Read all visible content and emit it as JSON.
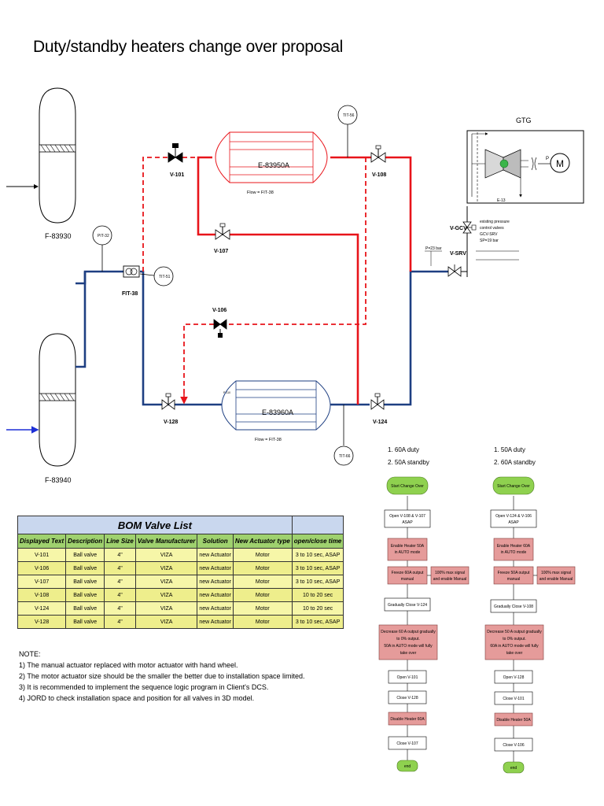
{
  "title": "Duty/standby heaters change over proposal",
  "tanks": {
    "top": "F-83930",
    "bottom": "F-83940"
  },
  "instruments": {
    "pit32": "PIT-32",
    "fit38": "FIT-38",
    "tit51": "TIT-51",
    "tit56": "TIT-56",
    "tit66": "TIT-66",
    "e13": "E-13",
    "p": "P",
    "small_pit": "P-110"
  },
  "heaters": {
    "top": {
      "name": "E-83950A",
      "flow": "Flow = FIT-38"
    },
    "bottom": {
      "name": "E-83960A",
      "flow": "Flow = FIT-38"
    }
  },
  "valves": {
    "v101": "V-101",
    "v107": "V-107",
    "v106": "V-106",
    "v108": "V-108",
    "v128": "V-128",
    "v124": "V-124",
    "vgcv": "V-GCV",
    "vsrv": "V-SRV"
  },
  "gtg": {
    "label": "GTG",
    "motor": "M"
  },
  "pressure_note": [
    "existing pressure",
    "control valves",
    "GCV-SRV",
    "SP=19 bar"
  ],
  "pipe_pressure": "P=23 bar",
  "bom": {
    "caption": "BOM Valve List",
    "headers": [
      "Displayed Text",
      "Description",
      "Line Size",
      "Valve Manufacturer",
      "Solution",
      "New Actuator type",
      "open/close time"
    ],
    "rows": [
      [
        "V-101",
        "Ball valve",
        "4\"",
        "VIZA",
        "new Actuator",
        "Motor",
        "3 to 10 sec, ASAP"
      ],
      [
        "V-106",
        "Ball valve",
        "4\"",
        "VIZA",
        "new Actuator",
        "Motor",
        "3 to 10 sec, ASAP"
      ],
      [
        "V-107",
        "Ball valve",
        "4\"",
        "VIZA",
        "new Actuator",
        "Motor",
        "3 to 10 sec, ASAP"
      ],
      [
        "V-108",
        "Ball valve",
        "4\"",
        "VIZA",
        "new Actuator",
        "Motor",
        "10 to 20 sec"
      ],
      [
        "V-124",
        "Ball valve",
        "4\"",
        "VIZA",
        "new Actuator",
        "Motor",
        "10 to 20 sec"
      ],
      [
        "V-128",
        "Ball valve",
        "4\"",
        "VIZA",
        "new Actuator",
        "Motor",
        "3 to 10 sec, ASAP"
      ]
    ]
  },
  "notes": {
    "heading": "NOTE:",
    "items": [
      "1) The manual actuator replaced with motor actuator with hand wheel.",
      "2) The motor actuator size should be the smaller the better due to installation space limited.",
      "3) It is recommended to implement the sequence logic program in Client's DCS.",
      "4) JORD to check installation space and position for all valves in 3D model."
    ]
  },
  "flow1": {
    "heading": [
      "1. 60A duty",
      "2. 50A standby"
    ],
    "steps": [
      [
        "Start Change Over"
      ],
      [
        "Open V-108 & V-107",
        "ASAP"
      ],
      [
        "Enable Heater 50A",
        "in AUTO mode"
      ],
      [
        "Freeze 60A output",
        "manual"
      ],
      [
        "100% max signal",
        "and enable Manual"
      ],
      [
        "Gradually Close V-124"
      ],
      [
        "Decrease 60 A output gradually",
        "to 0% output.",
        "50A in AUTO mode will fully",
        "take over"
      ],
      [
        "Open V-101"
      ],
      [
        "Close V-128"
      ],
      [
        "Disable Heater 60A"
      ],
      [
        "Close V-107"
      ],
      [
        "end"
      ]
    ]
  },
  "flow2": {
    "heading": [
      "1. 50A duty",
      "2. 60A standby"
    ],
    "steps": [
      [
        "Start Change Over"
      ],
      [
        "Open V-124 & V-106",
        "ASAP"
      ],
      [
        "Enable Heater 60A",
        "in AUTO mode"
      ],
      [
        "Freeze 50A output",
        "manual"
      ],
      [
        "100% max signal",
        "and enable Manual"
      ],
      [
        "Gradually Close V-108"
      ],
      [
        "Decrease 50 A output gradually",
        "to 0% output.",
        "60A in AUTO mode will fully",
        "take over"
      ],
      [
        "Open V-128"
      ],
      [
        "Close V-101"
      ],
      [
        "Disable Heater 50A"
      ],
      [
        "Close V-106"
      ],
      [
        "end"
      ]
    ]
  },
  "colors": {
    "red": "#e8141a",
    "blue": "#1e3f82",
    "green": "#8fd14f",
    "pink": "#e59b9a"
  }
}
